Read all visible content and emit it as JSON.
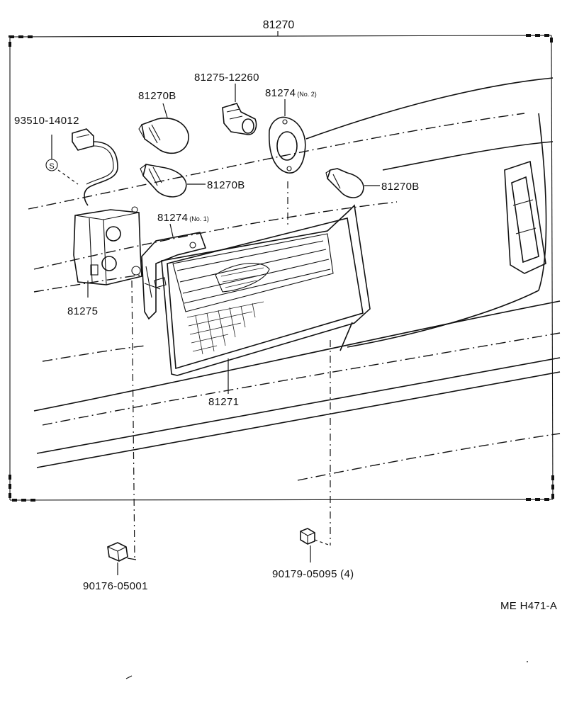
{
  "diagram": {
    "assembly": {
      "part_no": "81270"
    },
    "labels": {
      "bulb_upper_left": "81270B",
      "bulb_mid_left": "81270B",
      "bulb_right": "81270B",
      "socket": "81275-12260",
      "gasket_no2": "81274",
      "gasket_no2_qualifier": "(No. 2)",
      "gasket_no1": "81274",
      "gasket_no1_qualifier": "(No. 1)",
      "connector": "93510-14012",
      "connector_symbol": "S",
      "socket_wire": "81275",
      "lens": "81271",
      "nut_left": "90176-05001",
      "nut_right": "90179-05095 (4)"
    },
    "reference_code": "ME H471-A"
  }
}
